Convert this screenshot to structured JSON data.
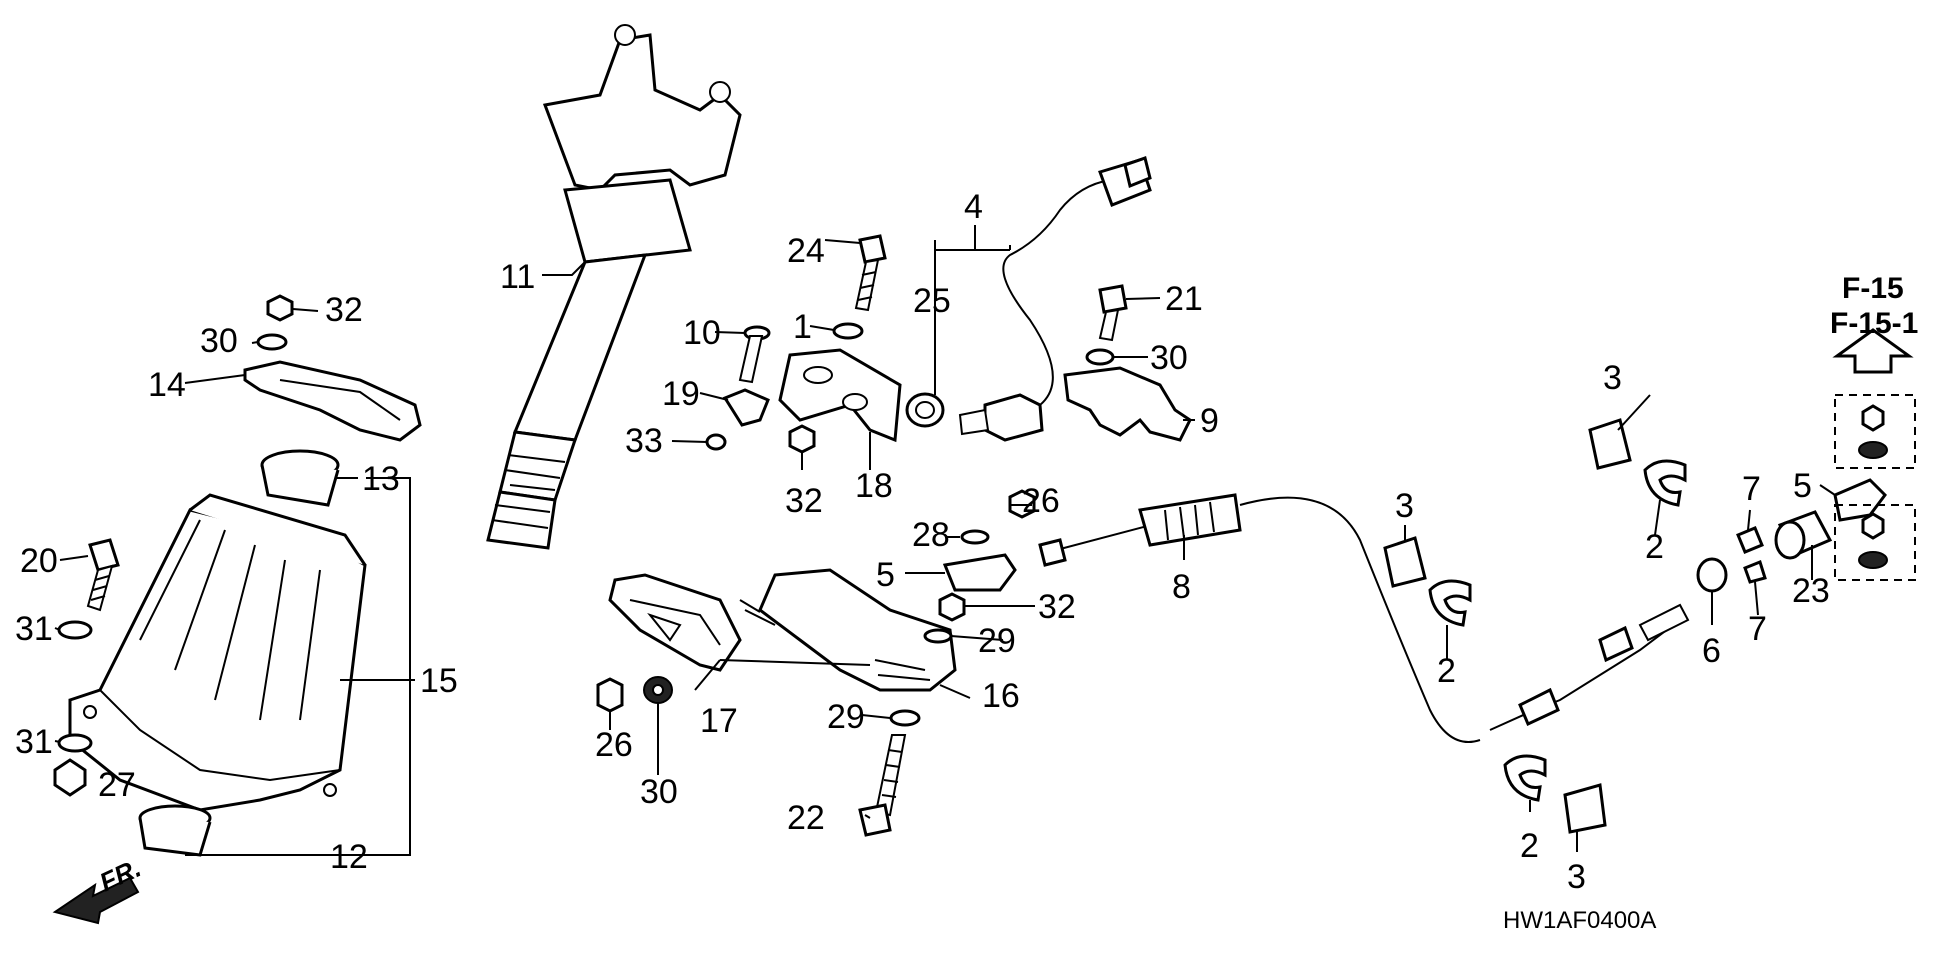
{
  "diagram": {
    "callouts": {
      "c1": "1",
      "c2a": "2",
      "c2b": "2",
      "c2c": "2",
      "c3a": "3",
      "c3b": "3",
      "c3c": "3",
      "c4": "4",
      "c5a": "5",
      "c5b": "5",
      "c6": "6",
      "c7a": "7",
      "c7b": "7",
      "c8": "8",
      "c9": "9",
      "c10": "10",
      "c11": "11",
      "c12": "12",
      "c13": "13",
      "c14": "14",
      "c15": "15",
      "c16": "16",
      "c17": "17",
      "c18": "18",
      "c19": "19",
      "c20": "20",
      "c21": "21",
      "c22": "22",
      "c23": "23",
      "c24": "24",
      "c25": "25",
      "c26a": "26",
      "c26b": "26",
      "c27": "27",
      "c28": "28",
      "c29a": "29",
      "c29b": "29",
      "c30a": "30",
      "c30b": "30",
      "c30c": "30",
      "c31a": "31",
      "c31b": "31",
      "c32a": "32",
      "c32b": "32",
      "c32c": "32",
      "c33": "33"
    },
    "references": [
      "F-15",
      "F-15-1"
    ],
    "front_marker": "FR.",
    "diagram_code": "HW1AF0400A"
  }
}
